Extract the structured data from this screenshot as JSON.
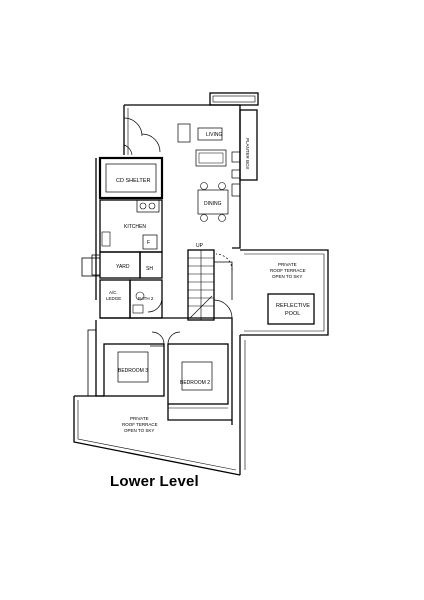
{
  "plan": {
    "caption": "Lower Level",
    "rooms": {
      "living": "LIVING",
      "planter_box": "PLANTER BOX",
      "cd_shelter": "CD SHELTER",
      "dining": "DINING",
      "kitchen": "KITCHEN",
      "fridge": "F",
      "yard": "YARD",
      "sh": "SH",
      "ac_ledge_1": "A/C",
      "ac_ledge_2": "LEDGE",
      "bath": "BATH 2",
      "up": "UP",
      "bedroom_3": "BEDROOM 3",
      "bedroom_2": "BEDROOM 2",
      "terrace_right_1": "PRIVATE",
      "terrace_right_2": "ROOF TERRACE",
      "terrace_right_3": "OPEN TO SKY",
      "pool_1": "REFLECTIVE",
      "pool_2": "POOL",
      "terrace_bottom_1": "PRIVATE",
      "terrace_bottom_2": "ROOF TERRACE",
      "terrace_bottom_3": "OPEN TO SKY"
    }
  }
}
